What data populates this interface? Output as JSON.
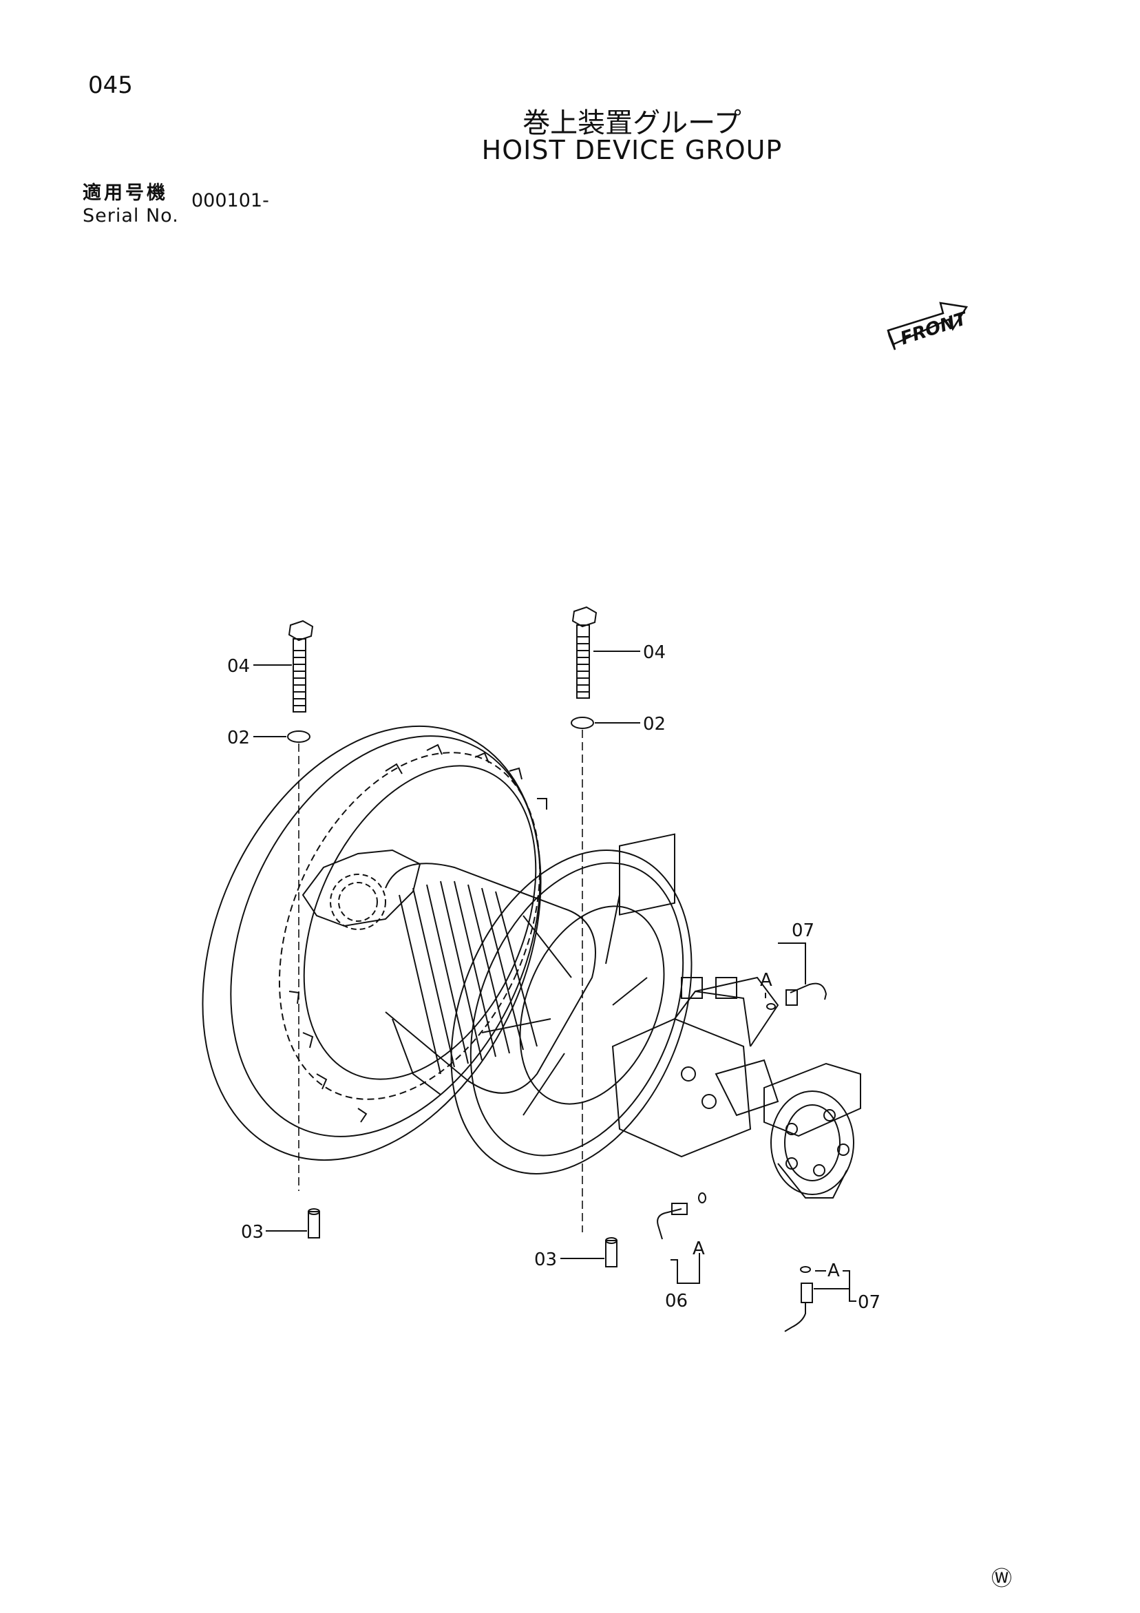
{
  "header": {
    "page_number": "045",
    "title_jp": "巻上装置グループ",
    "title_en": "HOIST DEVICE GROUP",
    "serial_label_jp": "適用号機",
    "serial_label_en": "Serial No.",
    "serial_value": "000101-"
  },
  "front_indicator": "FRONT",
  "callouts": {
    "part_02": "02",
    "part_03": "03",
    "part_04": "04",
    "part_06": "06",
    "part_07": "07",
    "ref_a": "A"
  },
  "watermark": "Ⓦ"
}
